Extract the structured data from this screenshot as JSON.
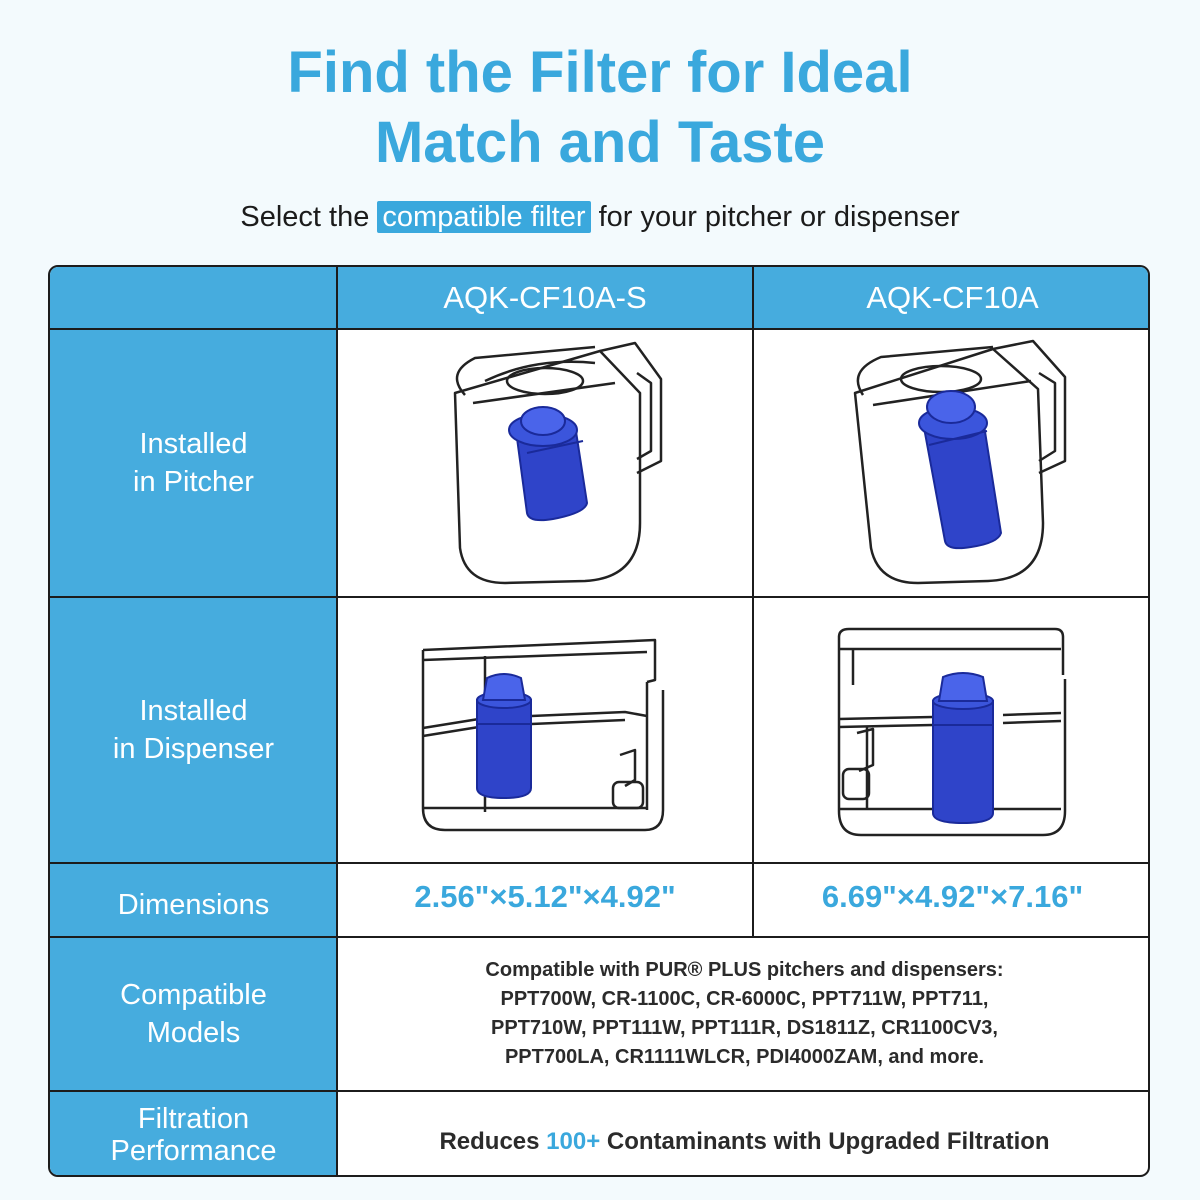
{
  "header": {
    "title_line1": "Find the Filter for Ideal",
    "title_line2": "Match and Taste",
    "subtitle_before": "Select the",
    "subtitle_highlight": "compatible filter",
    "subtitle_after": "for your pitcher or dispenser"
  },
  "table": {
    "columns": [
      "AQK-CF10A-S",
      "AQK-CF10A"
    ],
    "rows": {
      "pitcher": {
        "label_line1": "Installed",
        "label_line2": "in Pitcher"
      },
      "dispenser": {
        "label_line1": "Installed",
        "label_line2": "in Dispenser"
      },
      "dimensions": {
        "label": "Dimensions",
        "values": [
          "2.56\"×5.12\"×4.92\"",
          "6.69\"×4.92\"×7.16\""
        ]
      },
      "compatible": {
        "label_line1": "Compatible",
        "label_line2": "Models",
        "lines": [
          "Compatible with PUR® PLUS pitchers and dispensers:",
          "PPT700W, CR-1100C, CR-6000C, PPT711W, PPT711,",
          "PPT710W, PPT111W, PPT111R, DS1811Z, CR1100CV3,",
          "PPT700LA, CR1111WLCR, PDI4000ZAM, and more."
        ]
      },
      "performance": {
        "label_line1": "Filtration",
        "label_line2": "Performance",
        "text_before": "Reduces",
        "text_accent": "100+",
        "text_after": "Contaminants with Upgraded Filtration"
      }
    }
  },
  "colors": {
    "accent": "#3aa8dd",
    "header_fill": "#46acde",
    "filter_blue": "#2f44c9"
  }
}
